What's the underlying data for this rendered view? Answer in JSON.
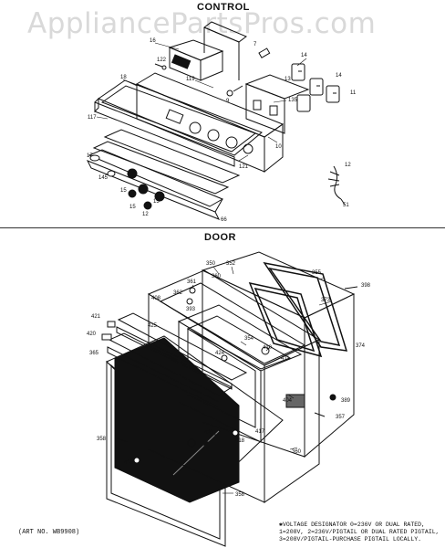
{
  "watermark": "AppliancePartsPros.com",
  "sections": {
    "control": {
      "title": "CONTROL"
    },
    "door": {
      "title": "DOOR"
    }
  },
  "footer": {
    "art_no": "(ART NO. WB9908)",
    "note_lines": [
      "✱VOLTAGE DESIGNATOR 0=236V OR DUAL RATED,",
      "1=208V, 2=236V/PIGTAIL OR DUAL RATED PIGTAIL,",
      "3=208V/PIGTAIL-PURCHASE PIGTAIL LOCALLY."
    ]
  },
  "control_callouts": [
    "16",
    "122",
    "14",
    "14",
    "18",
    "119",
    "7",
    "9",
    "13",
    "135",
    "11",
    "117",
    "10",
    "121",
    "17",
    "145",
    "15",
    "15",
    "15",
    "12",
    "12",
    "51",
    "66",
    "120"
  ],
  "door_callouts": [
    "350",
    "352",
    "355",
    "398",
    "361",
    "373",
    "408",
    "362",
    "360",
    "425",
    "421",
    "393",
    "354",
    "420",
    "424",
    "410",
    "411",
    "374",
    "365",
    "404",
    "389",
    "357",
    "358",
    "423",
    "417",
    "418",
    "418",
    "360"
  ]
}
